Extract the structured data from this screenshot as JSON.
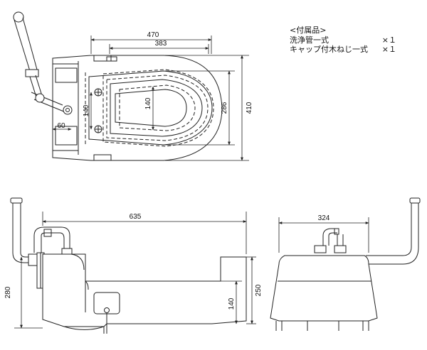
{
  "accessories": {
    "heading": "<付属品>",
    "items": [
      {
        "name": "洗浄管一式",
        "qty": "×１"
      },
      {
        "name": "キャップ付木ねじ一式",
        "qty": "×１"
      }
    ]
  },
  "dimensions": {
    "top_width_overall": "470",
    "top_width_bowl": "383",
    "top_depth_overall": "410",
    "top_depth_bowl": "286",
    "top_opening": "140",
    "top_hole_pitch": "140",
    "top_offset": "60",
    "front_length": "635",
    "front_height_total": "280",
    "front_height_body": "250",
    "front_height_base": "140",
    "side_width": "324"
  }
}
